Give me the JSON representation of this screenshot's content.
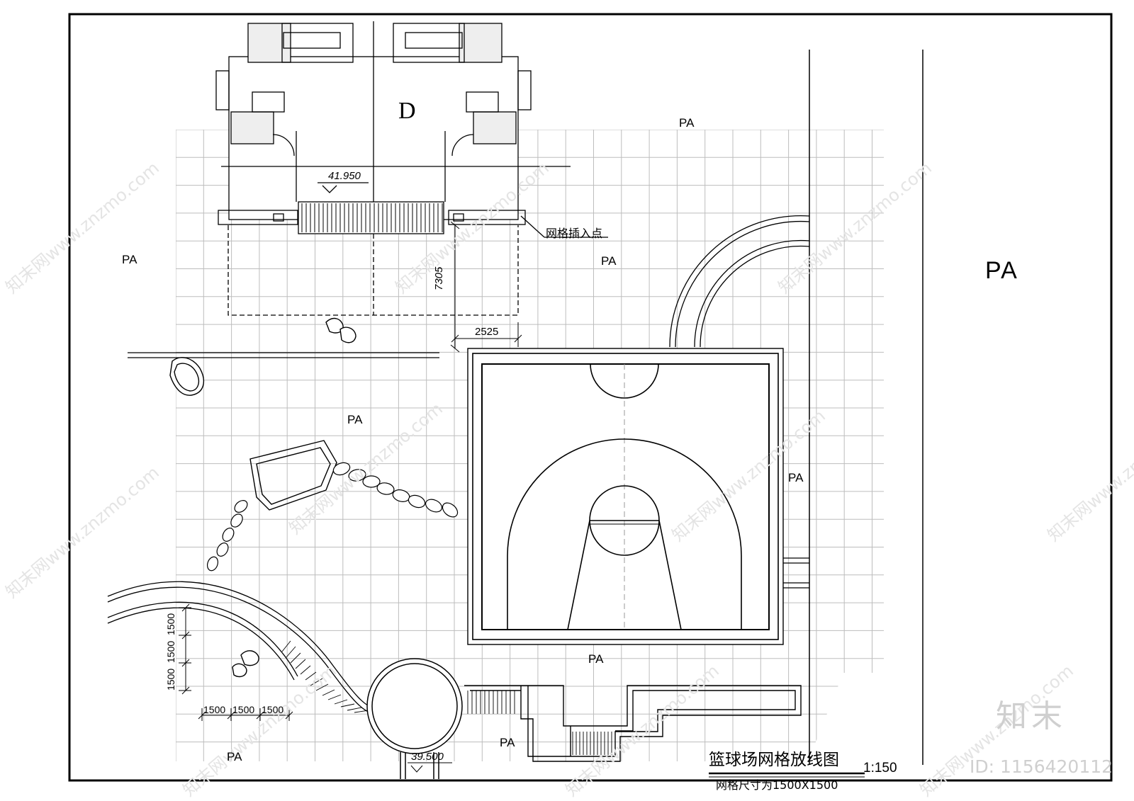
{
  "drawing": {
    "title": "篮球场网格放线图",
    "scale": "1:150",
    "grid_note": "网格尺寸为1500X1500",
    "unit_label": "D",
    "grid_insert_point": "网格插入点"
  },
  "zones": {
    "pa_label": "PA"
  },
  "dimensions": {
    "elev_top": "41.950",
    "elev_bottom": "39.500",
    "vertical_offset": "7305",
    "horizontal_offset": "2525",
    "grid_step": "1500"
  },
  "watermark": {
    "logo": "知末",
    "id": "ID: 1156420112",
    "site": "知末网www.znzmo.com"
  }
}
